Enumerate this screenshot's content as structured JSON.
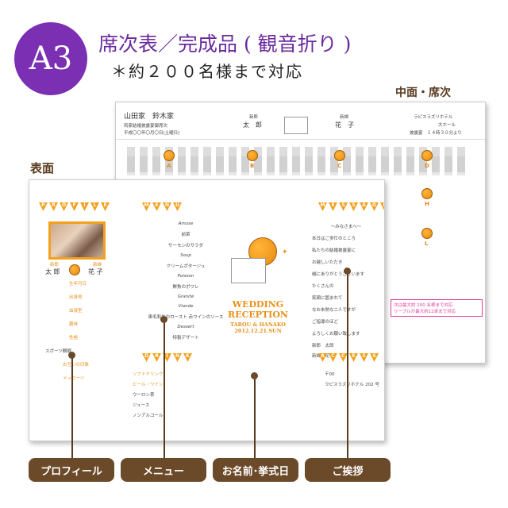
{
  "badge": "A3",
  "title": "席次表／完成品 ( 観音折り )",
  "subtitle": "＊約２００名様まで対応",
  "labels": {
    "back": "中面・席次",
    "front": "表面"
  },
  "back": {
    "family_left": "山田家　鈴木家",
    "header_line1": "両家結婚披露宴御席次",
    "header_line2": "平成〇〇年〇月〇日(土曜日)",
    "groom_role": "新郎",
    "groom_name": "太　郎",
    "bride_role": "新婦",
    "bride_name": "花　子",
    "hotel": "ラピスラズリホテル",
    "hall": "大ホール",
    "time": "披露宴　１４時３０分より",
    "tables": [
      "A",
      "B",
      "C",
      "D",
      "H",
      "L"
    ],
    "note_lines": [
      "次は最大約 200 名様まで対応",
      "リーブルが最大約12卓まで対応"
    ]
  },
  "front": {
    "profile_title": "PROFILE",
    "menu_title": "MENU",
    "message_title": "MESSAGE",
    "profile": {
      "groom_role": "新郎",
      "groom_name": "太 郎",
      "bride_role": "新婦",
      "bride_name": "花 子",
      "rows": [
        "生年月日",
        "出身地",
        "血液型",
        "趣味",
        "性格",
        "スポーツ観戦",
        "お互いの印象",
        "メッセージ"
      ]
    },
    "menu": [
      "Amuse",
      "前菜",
      "サーモンのサラダ",
      "Soup",
      "クリームポタージュ",
      "Poisson",
      "鮮魚のポワレ",
      "Granité",
      "Viande",
      "黒毛和牛のロースト 赤ワインのソース",
      "Dessert",
      "特製デザート"
    ],
    "message": [
      "～みなさまへ～",
      "本日はご多忙のところ",
      "私たちの結婚披露宴に",
      "お越しいただき",
      "誠にありがとうございます",
      "たくさんの",
      "笑顔に囲まれて",
      "なお未熟な二人ですが",
      "ご指導のほど",
      "よろしくお願い致します"
    ],
    "message_sign_groom": "新郎　太郎",
    "message_sign_bride": "新婦　花子",
    "wedding_line1": "WEDDING",
    "wedding_line2": "RECEPTION",
    "wedding_names": "TAROU & HANAKO",
    "wedding_date": "2012.12.21.SUN",
    "drink_lines": [
      "ソフトドリンク",
      "ビール・ワイン",
      "ウーロン茶",
      "ジュース",
      "ノンアルコール"
    ],
    "hotel_lines": [
      "〒00",
      "ラピスラズリホテル 202 号"
    ]
  },
  "captions": [
    "プロフィール",
    "メニュー",
    "お名前･挙式日",
    "ご挨拶"
  ],
  "colors": {
    "badge": "#7b2fb3",
    "title": "#6a2a9e",
    "accent": "#f2a01e",
    "caption_bg": "#6b4a2a"
  }
}
